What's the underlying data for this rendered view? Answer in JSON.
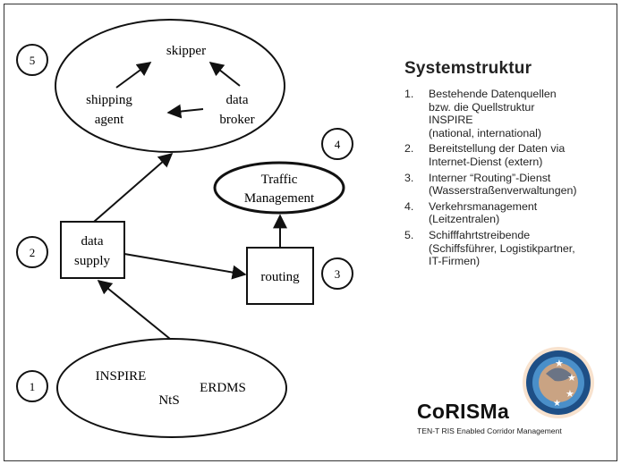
{
  "diagram": {
    "nodes": {
      "skipper": "skipper",
      "shipping_agent_line1": "shipping",
      "shipping_agent_line2": "agent",
      "data_broker_line1": "data",
      "data_broker_line2": "broker",
      "traffic_line1": "Traffic",
      "traffic_line2": "Management",
      "data_supply_line1": "data",
      "data_supply_line2": "supply",
      "routing": "routing",
      "inspire": "INSPIRE",
      "nts": "NtS",
      "erdms": "ERDMS"
    },
    "markers": [
      "1",
      "2",
      "3",
      "4",
      "5"
    ]
  },
  "panel": {
    "title": "Systemstruktur",
    "items": [
      {
        "num": "1.",
        "text": "Bestehende Datenquellen\nbzw. die Quellstruktur\nINSPIRE\n(national, international)"
      },
      {
        "num": "2.",
        "text": "Bereitstellung der Daten via\nInternet-Dienst (extern)"
      },
      {
        "num": "3.",
        "text": "Interner “Routing”-Dienst\n(Wasserstraßenverwaltungen)"
      },
      {
        "num": "4.",
        "text": "Verkehrsmanagement\n(Leitzentralen)"
      },
      {
        "num": "5.",
        "text": "Schifffahrtstreibende\n(Schiffsführer, Logistikpartner,\nIT-Firmen)"
      }
    ]
  },
  "logo": {
    "name": "CoRISMa",
    "subtitle": "TEN-T RIS Enabled Corridor Management",
    "colors": {
      "ring_dark": "#1e4f86",
      "ring_light": "#4a8fc9",
      "center": "#c9a383",
      "orange": "#e58a3a"
    }
  }
}
